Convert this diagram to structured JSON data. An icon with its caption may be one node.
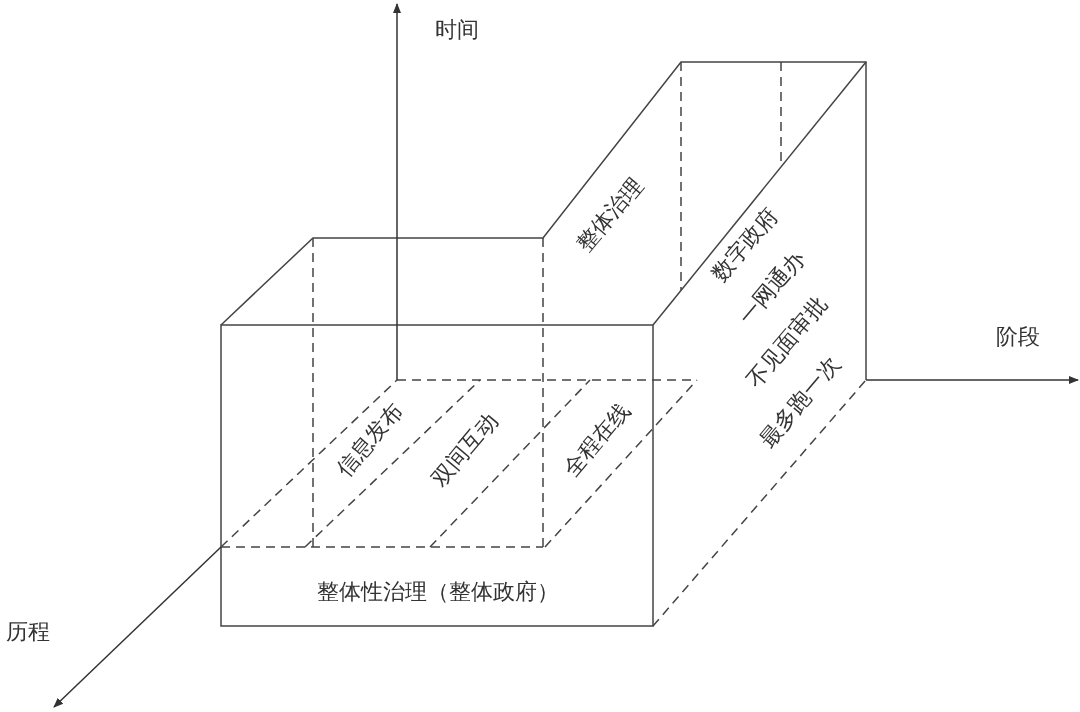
{
  "diagram": {
    "labels": [
      "时间",
      "整体治理",
      "数字政府",
      "一网通办",
      "不见面审批",
      "最多跑一次",
      "阶段",
      "信息发布",
      "双间互动",
      "全程在线",
      "整体性治理（整体政府）",
      "历程"
    ]
  }
}
